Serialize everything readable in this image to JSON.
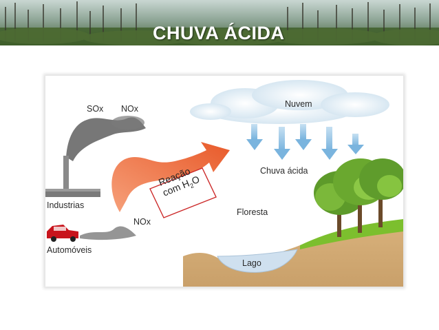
{
  "slide": {
    "title": "CHUVA ÁCIDA"
  },
  "diagram": {
    "labels": {
      "sox": "SOx",
      "nox_top": "NOx",
      "industrias": "Industrias",
      "automoveis": "Automóveis",
      "nox_car": "NOx",
      "nuvem": "Nuvem",
      "chuva_acida": "Chuva ácida",
      "floresta": "Floresta",
      "lago": "Lago",
      "reacao_line1": "Reação",
      "reacao_line2_prefix": "com H",
      "reacao_subscript": "2",
      "reacao_suffix": "O"
    },
    "icons": [
      "factory-icon",
      "smoke-plume-icon",
      "car-icon",
      "exhaust-icon",
      "curved-arrow-icon",
      "cloud-icon",
      "rain-arrow-icon",
      "tree-icon",
      "lake-icon"
    ],
    "colors": {
      "arrow": "#ee6a3e",
      "rain_arrow": "#8ec2e4",
      "smoke": "#6e6e6e",
      "car": "#c8141c",
      "grass": "#7cbf2e",
      "soil": "#c9a06a",
      "lake": "#cfe0ef"
    }
  }
}
